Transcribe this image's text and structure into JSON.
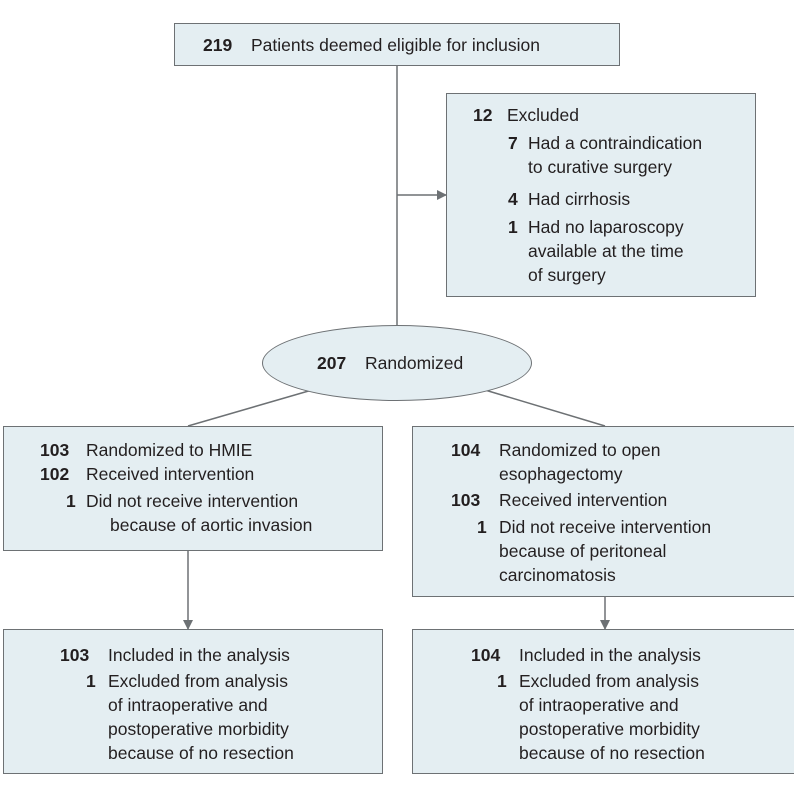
{
  "top": {
    "number": "219",
    "text": "Patients deemed eligible for inclusion"
  },
  "excluded": {
    "number": "12",
    "label": "Excluded",
    "items": [
      {
        "number": "7",
        "line1": "Had a contraindication",
        "line2": "to curative surgery"
      },
      {
        "number": "4",
        "line1": "Had cirrhosis"
      },
      {
        "number": "1",
        "line1": "Had no laparoscopy",
        "line2": "available at the time",
        "line3": "of surgery"
      }
    ]
  },
  "randomized": {
    "number": "207",
    "text": "Randomized"
  },
  "left_arm": {
    "randomized_number": "103",
    "randomized_text": "Randomized to HMIE",
    "received_number": "102",
    "received_text": "Received intervention",
    "not_received_number": "1",
    "not_received_line1": "Did not receive intervention",
    "not_received_line2": "because of aortic invasion"
  },
  "right_arm": {
    "randomized_number": "104",
    "randomized_line1": "Randomized to open",
    "randomized_line2": "esophagectomy",
    "received_number": "103",
    "received_text": "Received intervention",
    "not_received_number": "1",
    "not_received_line1": "Did not receive intervention",
    "not_received_line2": "because of peritoneal",
    "not_received_line3": "carcinomatosis"
  },
  "left_analysis": {
    "included_number": "103",
    "included_text": "Included in the analysis",
    "excluded_number": "1",
    "excluded_line1": "Excluded from analysis",
    "excluded_line2": "of intraoperative and",
    "excluded_line3": "postoperative morbidity",
    "excluded_line4": "because of no resection"
  },
  "right_analysis": {
    "included_number": "104",
    "included_text": "Included in the analysis",
    "excluded_number": "1",
    "excluded_line1": "Excluded from analysis",
    "excluded_line2": "of intraoperative and",
    "excluded_line3": "postoperative morbidity",
    "excluded_line4": "because of no resection"
  },
  "colors": {
    "box_fill": "#e4eef2",
    "border": "#6d7174",
    "text": "#231f20"
  }
}
